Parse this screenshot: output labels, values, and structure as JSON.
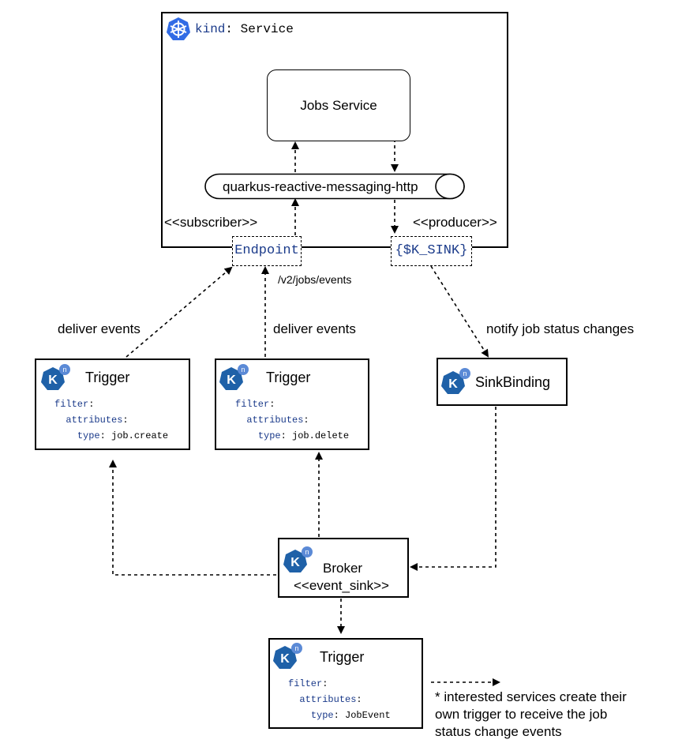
{
  "service": {
    "kind_key": "kind",
    "kind_sep": ": ",
    "kind_value": "Service",
    "jobs_service": "Jobs Service",
    "messaging": "quarkus-reactive-messaging-http",
    "subscriber": "<<subscriber>>",
    "producer": "<<producer>>",
    "endpoint": "Endpoint",
    "k_sink": "{$K_SINK}"
  },
  "edges": {
    "path": "/v2/jobs/events",
    "deliver_left": "deliver events",
    "deliver_right": "deliver events",
    "notify": "notify job status changes"
  },
  "triggers": [
    {
      "title": "Trigger",
      "filter": "filter",
      "attributes": "attributes",
      "type_key": "type",
      "type_value": "job.create"
    },
    {
      "title": "Trigger",
      "filter": "filter",
      "attributes": "attributes",
      "type_key": "type",
      "type_value": "job.delete"
    },
    {
      "title": "Trigger",
      "filter": "filter",
      "attributes": "attributes",
      "type_key": "type",
      "type_value": "JobEvent"
    }
  ],
  "sinkbinding": {
    "title": "SinkBinding"
  },
  "broker": {
    "title": "Broker",
    "subtitle": "<<event_sink>>"
  },
  "knative_badge": "n",
  "knative_letter": "K",
  "note": {
    "line1": "* interested services create their",
    "line2": "own trigger to receive the job",
    "line3": "status change events"
  },
  "colors": {
    "knative_blue": "#1f61a8",
    "k8s_blue": "#326ce5",
    "yaml_key": "#1a3a8a"
  }
}
